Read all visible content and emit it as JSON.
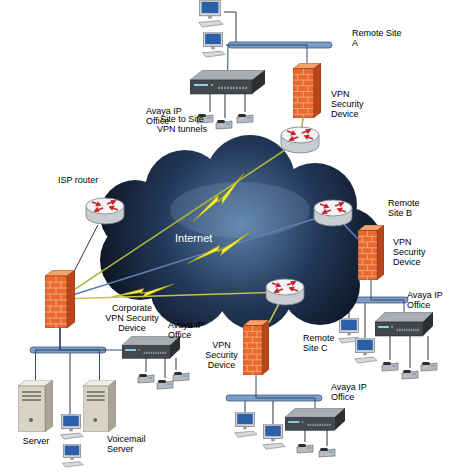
{
  "diagram": {
    "nodes": [
      {
        "text": [
          "VPN Security Device"
        ]
      },
      {
        "text": [
          "Avaya IP Office"
        ]
      },
      {
        "text": [
          "ISP router"
        ]
      },
      {
        "text": [
          "Internet"
        ]
      },
      {
        "text": [
          "VPN Security Device"
        ]
      },
      {
        "text": [
          "Corporate VPN Security Device"
        ]
      },
      {
        "text": [
          "Avaya IP Office"
        ]
      },
      {
        "text": [
          "Avaya IP Office"
        ]
      },
      {
        "text": [
          "VPN Security Device"
        ]
      },
      {
        "text": [
          "Server"
        ]
      },
      {
        "text": [
          "Voicemail Server"
        ]
      },
      {
        "text": [
          "Avaya IP Office"
        ]
      }
    ],
    "edges": [
      {
        "from": 5,
        "to": 2,
        "arrow": "none"
      },
      {
        "from": 5,
        "to": 0,
        "arrow": "none"
      },
      {
        "from": 5,
        "to": 4,
        "arrow": "none"
      },
      {
        "from": 5,
        "to": 8,
        "arrow": "none"
      },
      {
        "from": 0,
        "to": 1,
        "arrow": "none"
      },
      {
        "from": 4,
        "to": 6,
        "arrow": "none"
      },
      {
        "from": 8,
        "to": 11,
        "arrow": "none"
      },
      {
        "from": 5,
        "to": 7,
        "arrow": "none"
      },
      {
        "from": 5,
        "to": 9,
        "arrow": "none"
      },
      {
        "from": 5,
        "to": 10,
        "arrow": "none"
      }
    ],
    "labels": [
      "Remote Site A",
      "Site to Site VPN tunnels",
      "Remote Site B",
      "Remote Site C"
    ]
  }
}
